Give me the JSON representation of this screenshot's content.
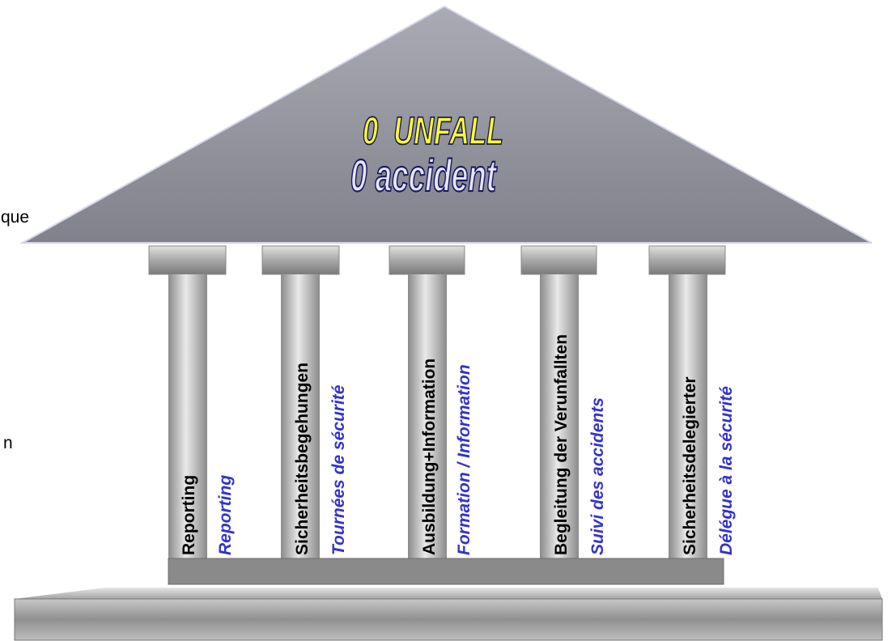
{
  "roof": {
    "title_de": "0  UNFALL",
    "title_fr": "0 accident"
  },
  "columns": [
    {
      "label_de": "Reporting",
      "label_fr": "Reporting"
    },
    {
      "label_de": "Sicherheitsbegehungen",
      "label_fr": "Tournées de sécurité"
    },
    {
      "label_de": "Ausbildung+Information",
      "label_fr": "Formation / Information"
    },
    {
      "label_de": "Begleitung der Verunfallten",
      "label_fr": "Suivi des accidents"
    },
    {
      "label_de": "Sicherheitsdelegierter",
      "label_fr": "Délégue à la sécurité"
    }
  ],
  "edge_fragments": {
    "left_upper": "que",
    "left_lower": "n"
  },
  "colors": {
    "title_de": "#ffff33",
    "title_fr": "#e6e6f5",
    "label_de": "#000000",
    "label_fr": "#3333cc",
    "roof_fill": "#8f9099"
  }
}
